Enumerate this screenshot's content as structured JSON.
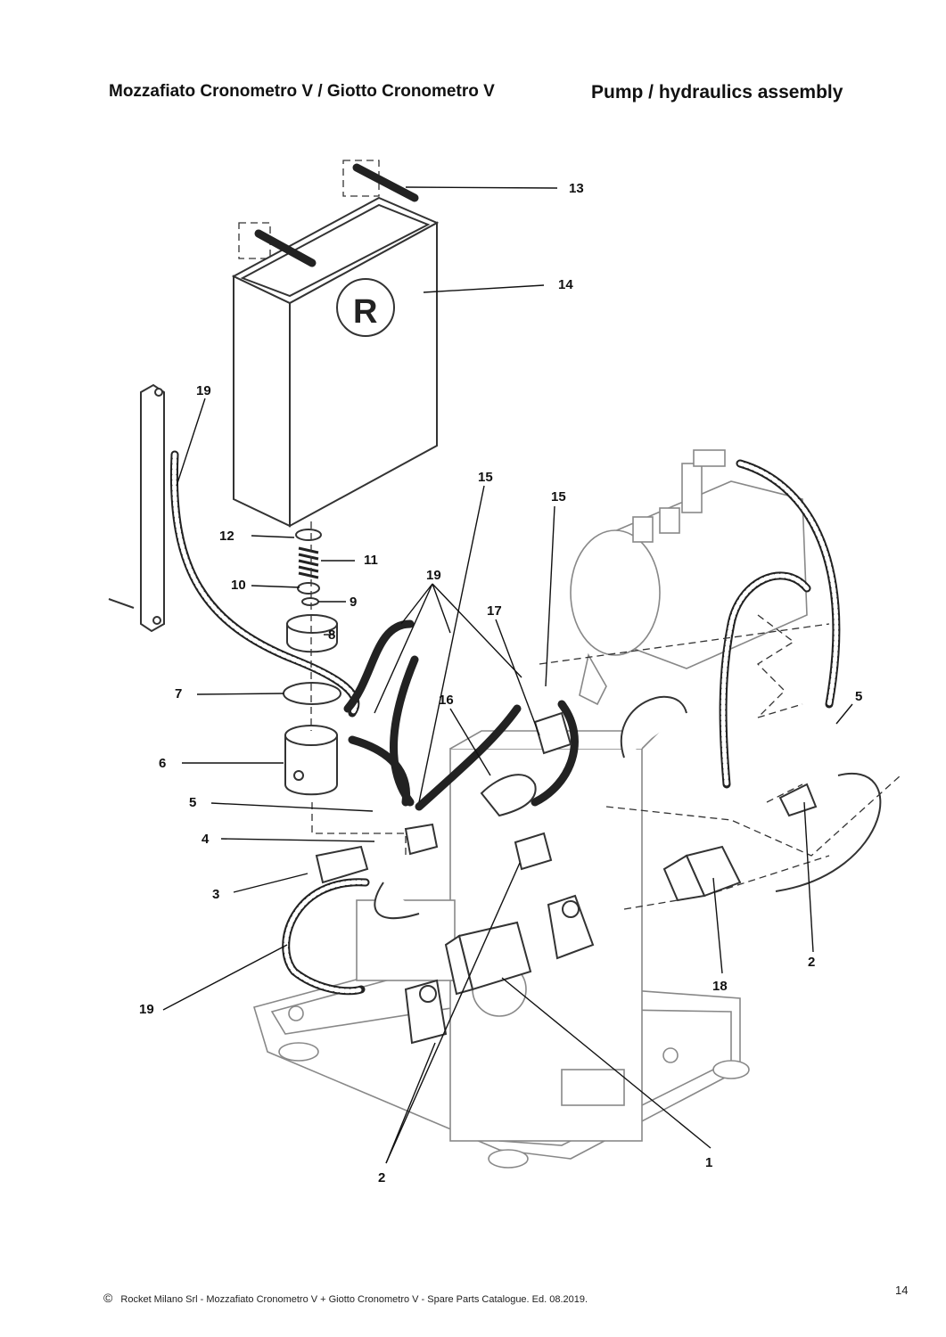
{
  "header": {
    "model": "Mozzafiato Cronometro V / Giotto Cronometro V",
    "section": "Pump / hydraulics assembly"
  },
  "callouts": [
    "13",
    "14",
    "19",
    "15",
    "15",
    "12",
    "11",
    "10",
    "9",
    "8",
    "19",
    "17",
    "7",
    "16",
    "5",
    "6",
    "5",
    "4",
    "3",
    "2",
    "18",
    "19",
    "1",
    "2"
  ],
  "footer": {
    "copyright_symbol": "©",
    "text": "Rocket Milano Srl - Mozzafiato Cronometro V + Giotto Cronometro V - Spare Parts Catalogue. Ed. 08.2019."
  },
  "page_number": "14"
}
